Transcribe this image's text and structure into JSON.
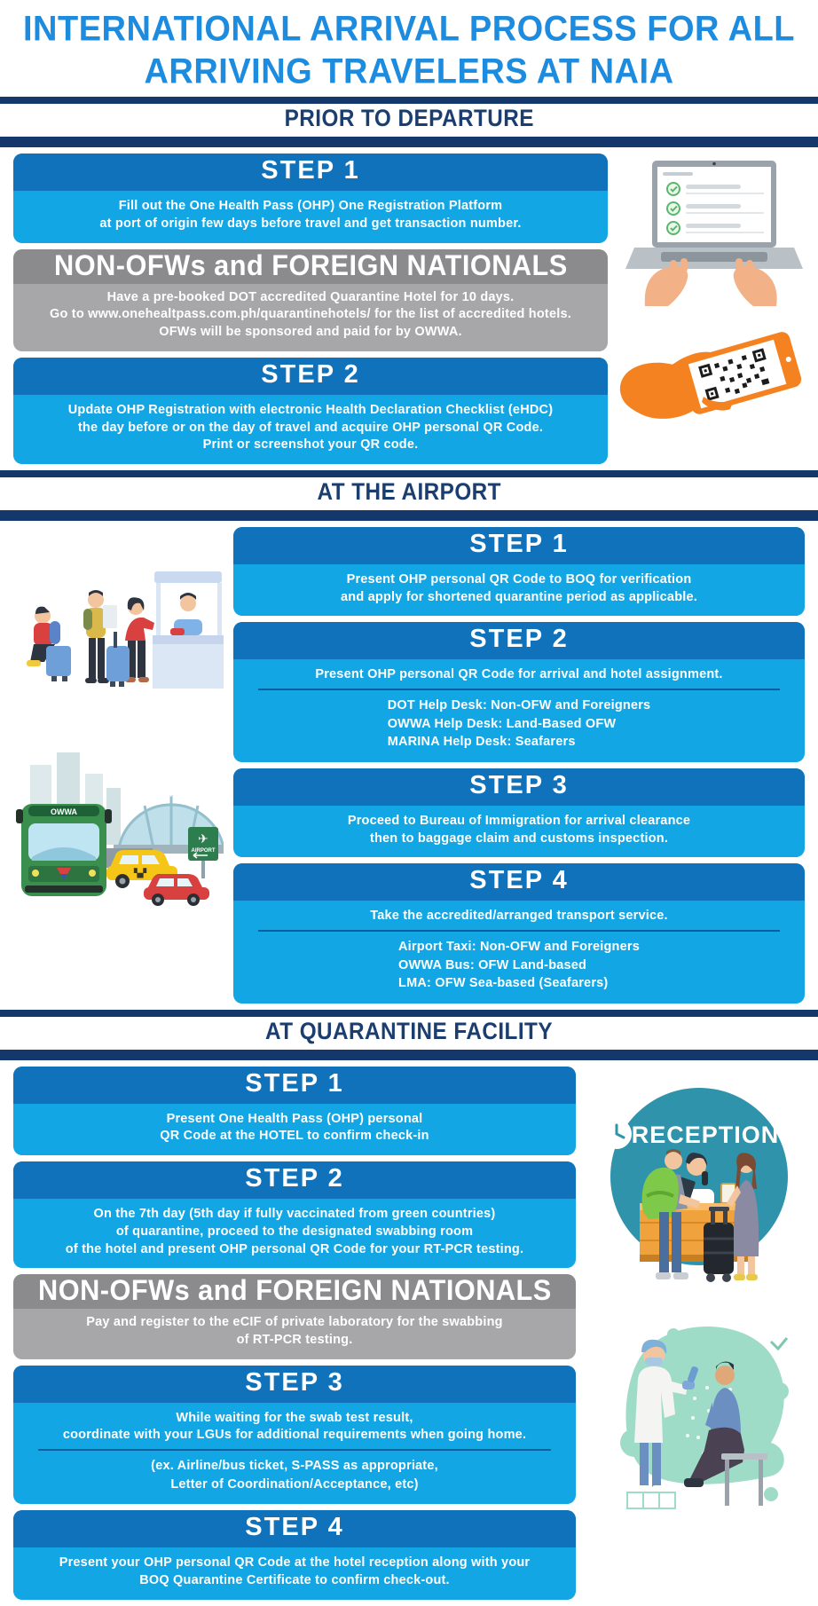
{
  "poster": {
    "title": "INTERNATIONAL ARRIVAL PROCESS FOR ALL\nARRIVING TRAVELERS AT NAIA"
  },
  "sections": [
    {
      "header": "PRIOR TO DEPARTURE",
      "boxes": [
        {
          "title": "STEP 1",
          "body": "Fill out the One Health Pass (OHP) One Registration Platform\nat port of origin few days before travel and get transaction number."
        },
        {
          "title": "NON-OFWs and FOREIGN NATIONALS",
          "body": "Have a pre-booked DOT accredited Quarantine Hotel for 10 days.\nGo to www.onehealtpass.com.ph/quarantinehotels/ for the list of accredited hotels.\nOFWs will be sponsored and paid for by OWWA."
        },
        {
          "title": "STEP 2",
          "body": "Update OHP Registration with electronic Health Declaration Checklist (eHDC)\nthe day before or on the day of travel and acquire OHP personal QR Code.\nPrint or screenshot your QR code."
        }
      ]
    },
    {
      "header": "AT THE AIRPORT",
      "boxes": [
        {
          "title": "STEP 1",
          "body": "Present OHP personal QR Code to BOQ for verification\nand apply for shortened quarantine period as applicable."
        },
        {
          "title": "STEP 2",
          "body": "Present OHP personal QR Code for arrival and hotel assignment.",
          "sub": "DOT Help Desk: Non-OFW and Foreigners\nOWWA Help Desk: Land-Based OFW\nMARINA Help Desk: Seafarers"
        },
        {
          "title": "STEP 3",
          "body": "Proceed to Bureau of Immigration for arrival clearance\nthen to baggage claim and customs inspection."
        },
        {
          "title": "STEP 4",
          "body": "Take the accredited/arranged transport service.",
          "sub": "Airport Taxi: Non-OFW and Foreigners\nOWWA Bus: OFW Land-based\nLMA: OFW Sea-based (Seafarers)"
        }
      ],
      "illustration_labels": {
        "bus": "OWWA",
        "terminal_arc": "AIRPORT",
        "sign": "AIRPORT"
      }
    },
    {
      "header": "AT QUARANTINE FACILITY",
      "boxes": [
        {
          "title": "STEP 1",
          "body": "Present One Health Pass (OHP) personal\nQR Code at the HOTEL to confirm check-in"
        },
        {
          "title": "STEP 2",
          "body": "On the 7th day (5th day if fully vaccinated from green countries)\nof quarantine, proceed to the designated swabbing room\nof the hotel and present OHP personal QR Code for your RT-PCR testing."
        },
        {
          "title": "NON-OFWs and FOREIGN NATIONALS",
          "body": "Pay and register to the eCIF of private laboratory for the swabbing\nof RT-PCR testing."
        },
        {
          "title": "STEP 3",
          "body": "While waiting for the swab test result,\ncoordinate with your LGUs for additional requirements when going home.",
          "sub": "(ex. Airline/bus ticket, S-PASS as appropriate,\nLetter of Coordination/Acceptance, etc)"
        },
        {
          "title": "STEP 4",
          "body": "Present your OHP personal QR Code at the hotel reception along with your\nBOQ Quarantine Certificate to confirm check-out."
        }
      ],
      "illustration_labels": {
        "reception": "RECEPTION"
      }
    }
  ],
  "colors": {
    "title_blue": "#1E8CDE",
    "navy": "#14386C",
    "step_header_blue": "#0F72BA",
    "step_body_blue": "#12A6E5",
    "gray_header": "#8B8B8D",
    "gray_body": "#A7A7A9",
    "orange": "#F58220",
    "teal": "#2F93AB",
    "mint": "#9FDCC8",
    "bus_green": "#3A8F4E",
    "taxi_yellow": "#F5C518",
    "car_red": "#D94040",
    "desk_orange": "#F0A23C"
  }
}
